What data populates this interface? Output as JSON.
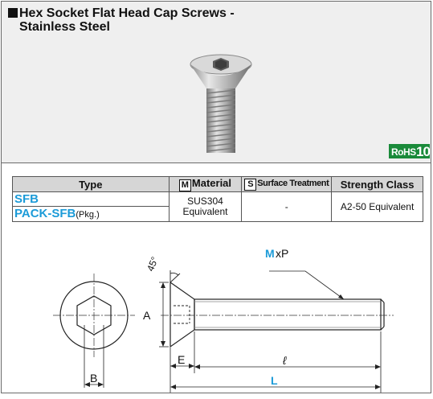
{
  "header": {
    "title_line1": "Hex Socket Flat Head Cap Screws -",
    "title_line2": "Stainless Steel",
    "rohs_label": "RoHS",
    "rohs_number": "10",
    "rohs_color": "#1a8a3a"
  },
  "table": {
    "headers": {
      "type": "Type",
      "material_letter": "M",
      "material": "Material",
      "surface_letter": "S",
      "surface": "Surface Treatment",
      "strength": "Strength Class"
    },
    "row": {
      "type_primary": "SFB",
      "type_secondary": "PACK-SFB",
      "type_secondary_suffix": "(Pkg.)",
      "material_line1": "SUS304",
      "material_line2": "Equivalent",
      "surface": "-",
      "strength": "A2-50 Equivalent"
    }
  },
  "drawing": {
    "label_m": "M",
    "label_xp": "xP",
    "label_angle": "45°",
    "label_a": "A",
    "label_b": "B",
    "label_e": "E",
    "label_l_small": "ℓ",
    "label_l_big": "L",
    "accent_color": "#1c9bd8"
  }
}
